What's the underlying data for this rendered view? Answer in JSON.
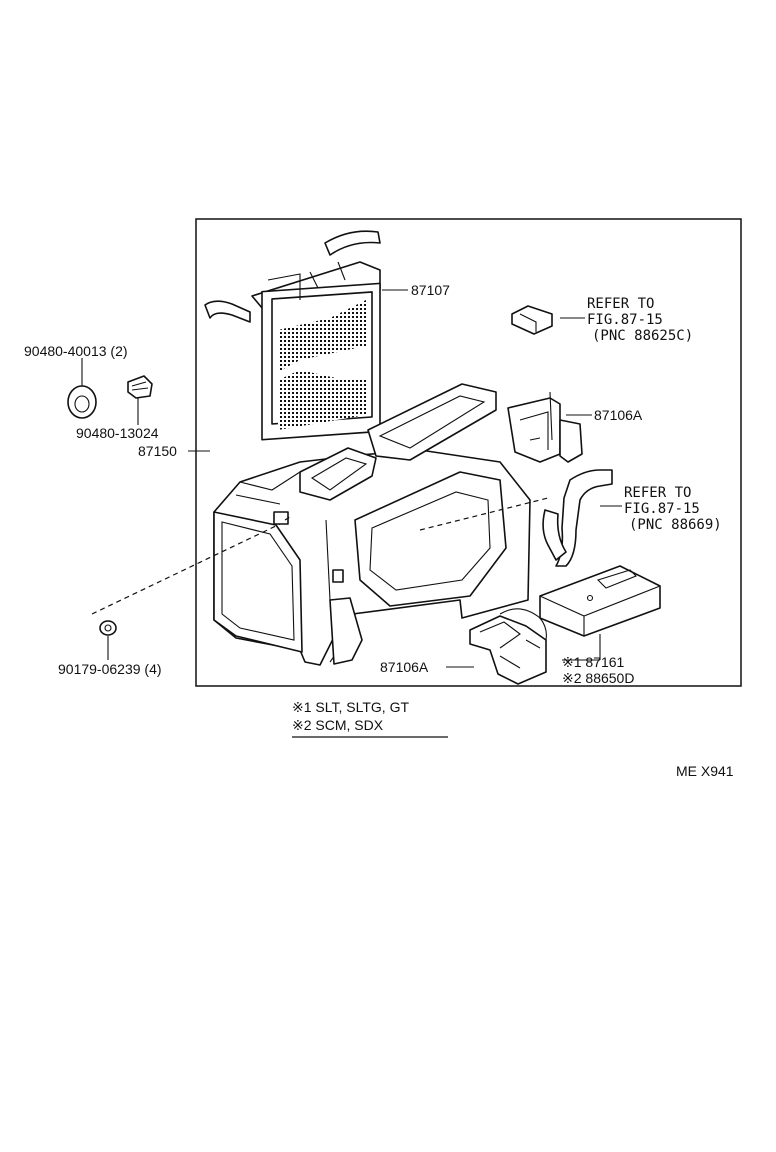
{
  "labels": {
    "heater_core": "87107",
    "refer_top_1": "REFER TO",
    "refer_top_2": "FIG.87-15",
    "refer_top_3": "(PNC 88625C)",
    "servo_top": "87106A",
    "grommet_label": "90480-40013 (2)",
    "plug_label": "90480-13024",
    "unit_label": "87150",
    "refer_mid_1": "REFER TO",
    "refer_mid_2": "FIG.87-15",
    "refer_mid_3": "(PNC 88669)",
    "nut_label": "90179-06239 (4)",
    "servo_bottom": "87106A",
    "amp_1": "※1 87161",
    "amp_2": "※2 88650D",
    "note_1": "※1 SLT, SLTG, GT",
    "note_2": "※2 SCM, SDX",
    "figure_code": "ME X941"
  }
}
